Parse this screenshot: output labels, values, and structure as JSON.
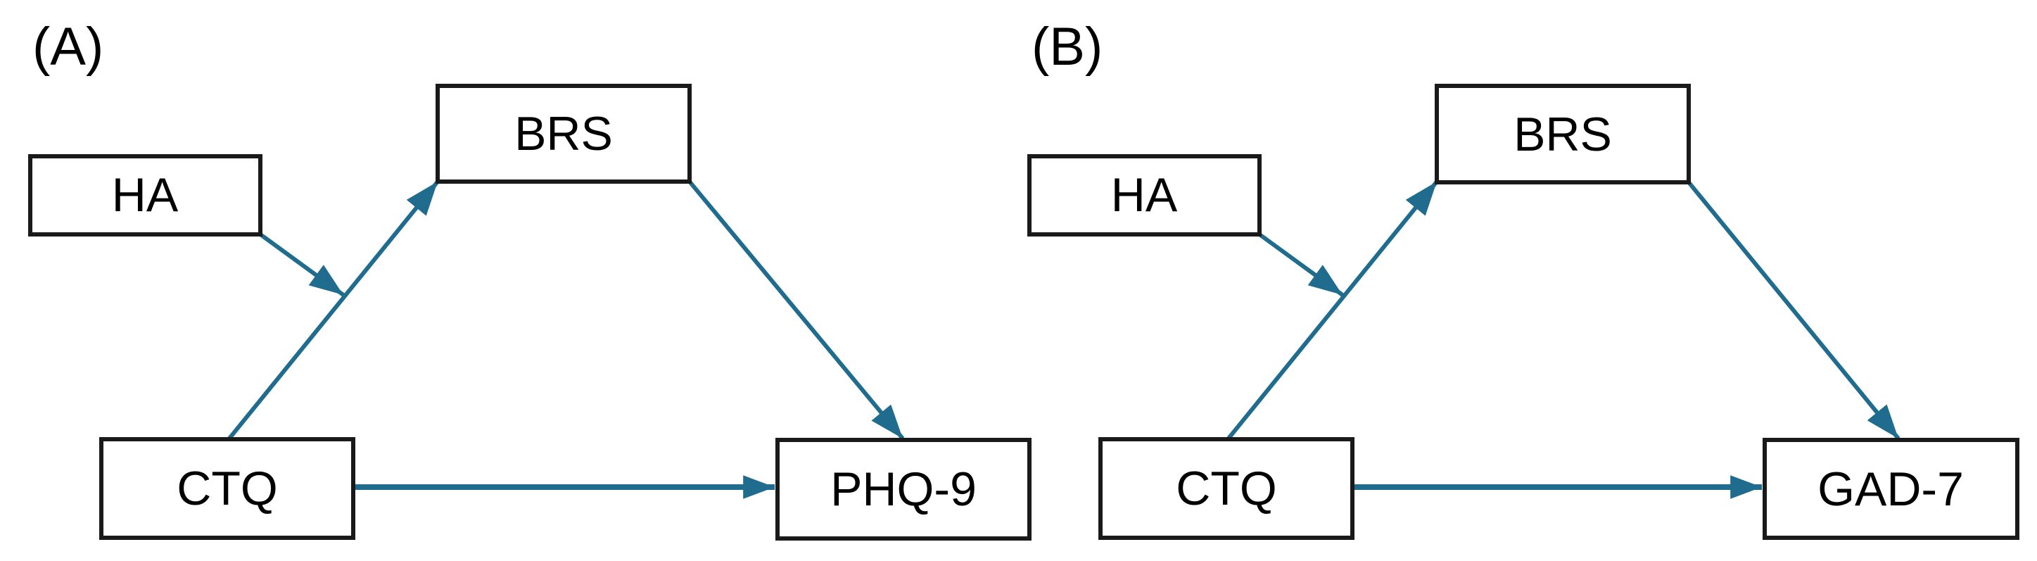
{
  "figure": {
    "background": "#ffffff",
    "arrow_color": "#1f6c8e",
    "box_fill": "#ffffff",
    "box_border_color": "#1a1a1a",
    "label_color": "#000000"
  },
  "panels": [
    {
      "label": "(A)",
      "moderator": "HA",
      "mediator": "BRS",
      "predictor": "CTQ",
      "outcome": "PHQ-9"
    },
    {
      "label": "(B)",
      "moderator": "HA",
      "mediator": "BRS",
      "predictor": "CTQ",
      "outcome": "GAD-7"
    }
  ]
}
